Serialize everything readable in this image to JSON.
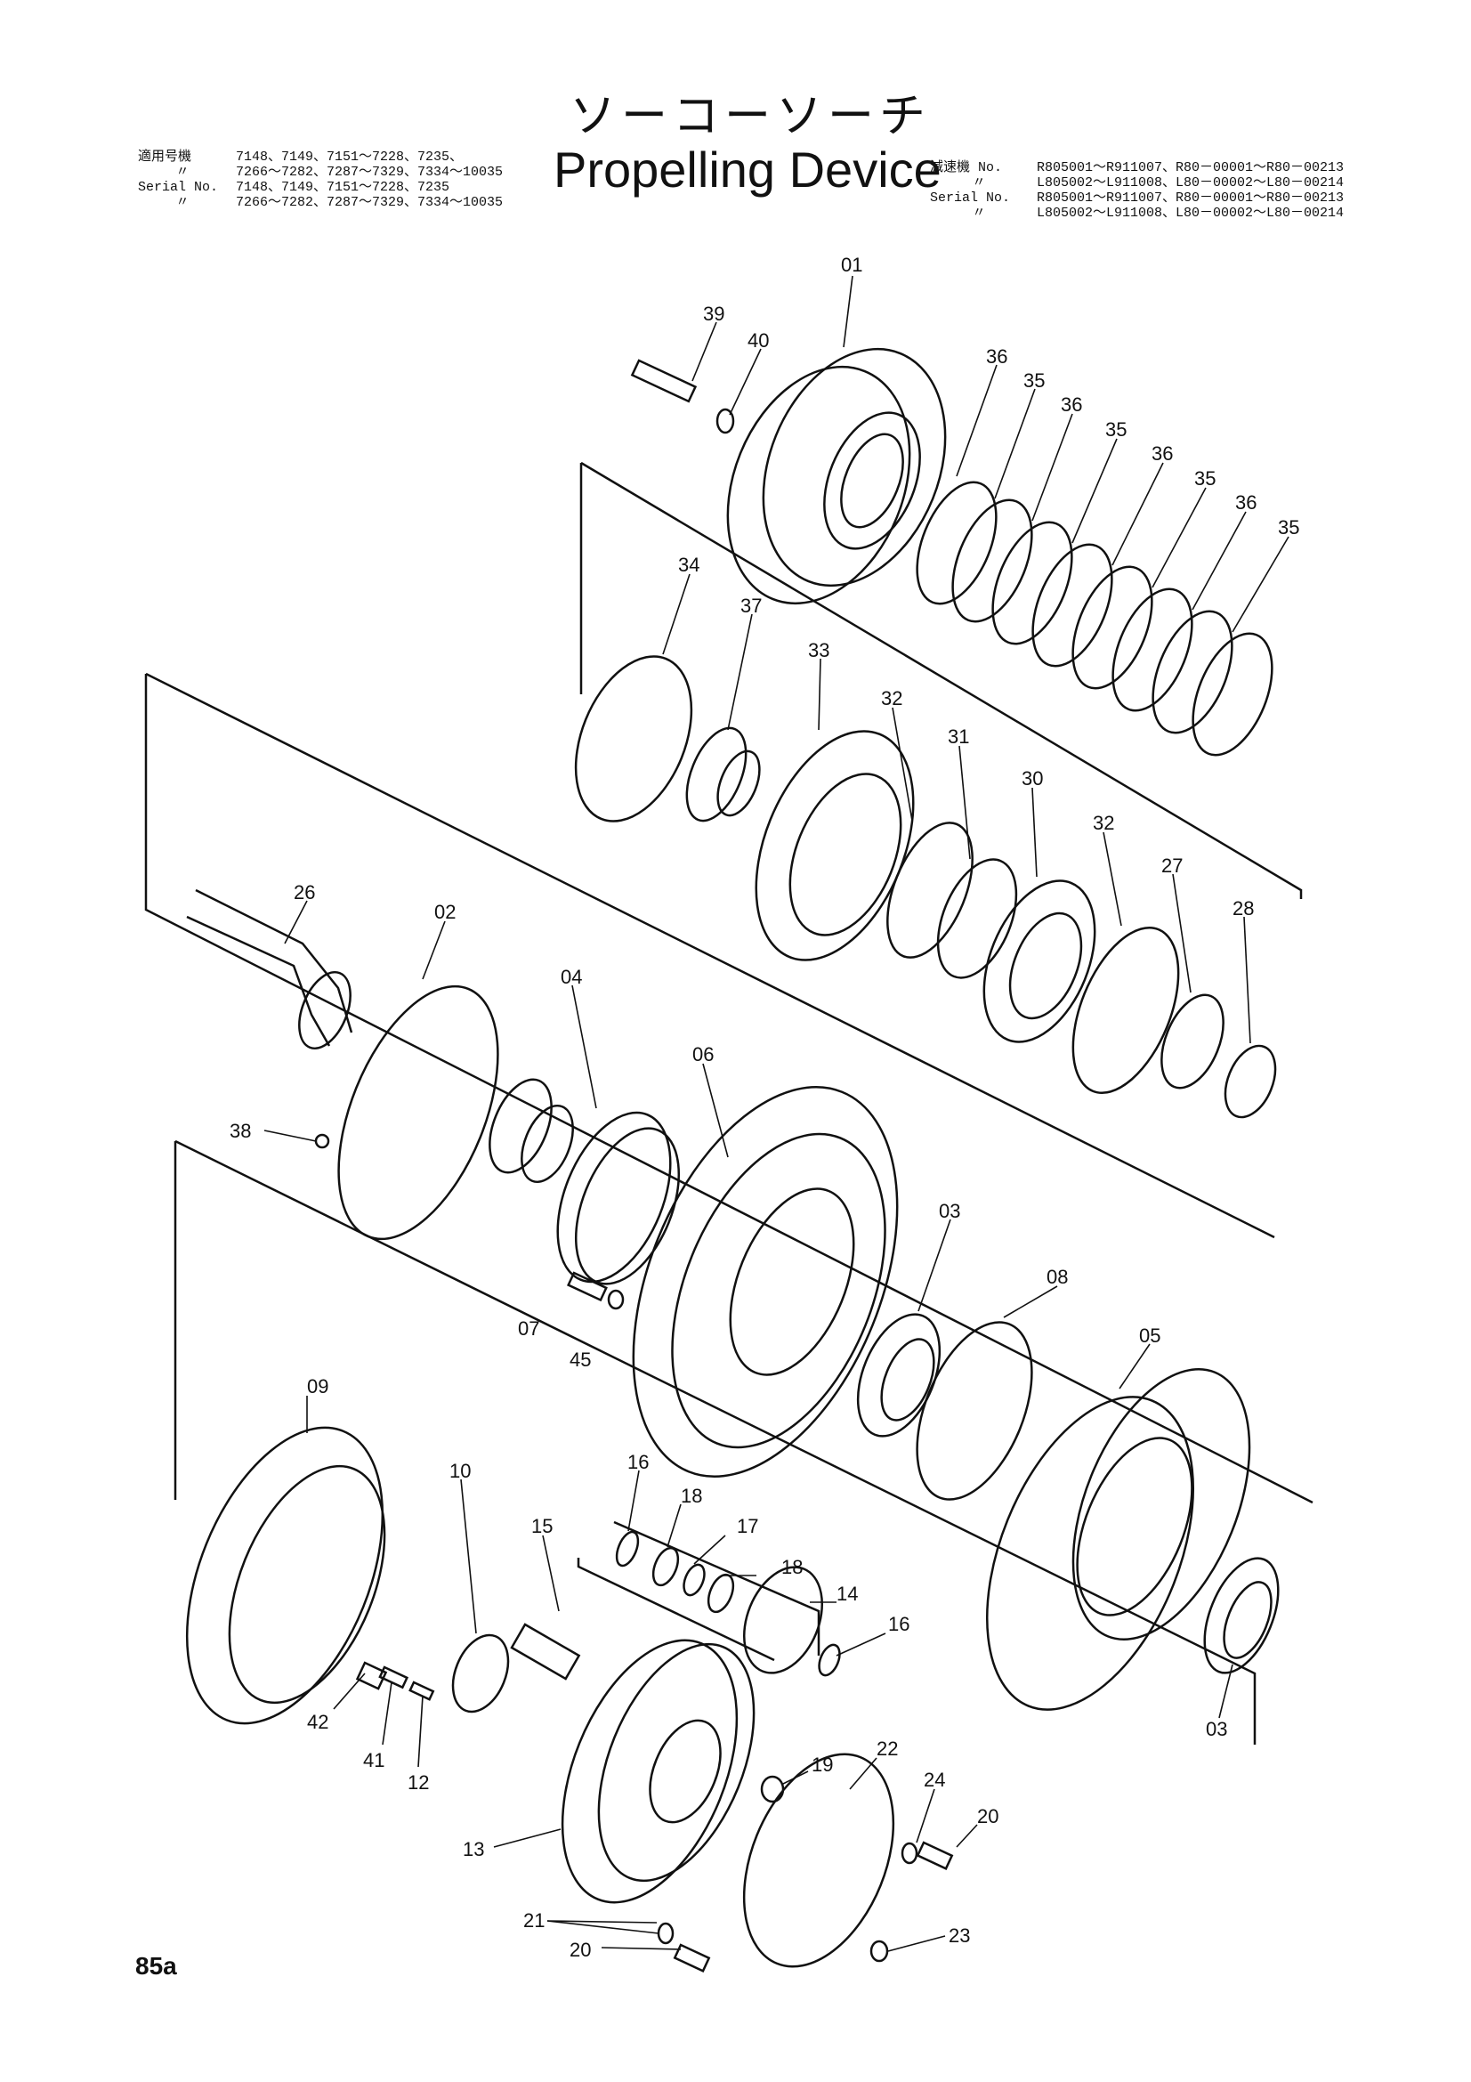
{
  "header": {
    "title_ja": "ソーコーソーチ",
    "title_en": "Propelling Device",
    "left_block": {
      "row1_label": "適用号機",
      "row1_value": "7148、7149、7151～7228、7235、",
      "row2_label": "〃",
      "row2_value": "7266～7282、7287～7329、7334～10035",
      "row3_label": "Serial No.",
      "row3_value": "7148、7149、7151～7228、7235",
      "row4_label": "〃",
      "row4_value": "7266～7282、7287～7329、7334～10035"
    },
    "right_block": {
      "row1_label": "減速機 No.",
      "row1_value": "R805001～R911007、R80－00001～R80－00213",
      "row2_label": "〃",
      "row2_value": "L805002～L911008、L80－00002～L80－00214",
      "row3_label": "Serial No.",
      "row3_value": "R805001～R911007、R80－00001～R80－00213",
      "row4_label": "〃",
      "row4_value": "L805002～L911008、L80－00002～L80－00214"
    }
  },
  "callouts": [
    "01",
    "39",
    "40",
    "36",
    "35",
    "36",
    "35",
    "36",
    "35",
    "36",
    "35",
    "34",
    "37",
    "33",
    "32",
    "31",
    "30",
    "32",
    "27",
    "28",
    "26",
    "02",
    "04",
    "06",
    "38",
    "07",
    "45",
    "03",
    "08",
    "05",
    "09",
    "10",
    "15",
    "16",
    "18",
    "17",
    "18",
    "14",
    "16",
    "42",
    "41",
    "12",
    "19",
    "22",
    "24",
    "20",
    "13",
    "21",
    "20",
    "23",
    "03"
  ],
  "page_number": "85a"
}
